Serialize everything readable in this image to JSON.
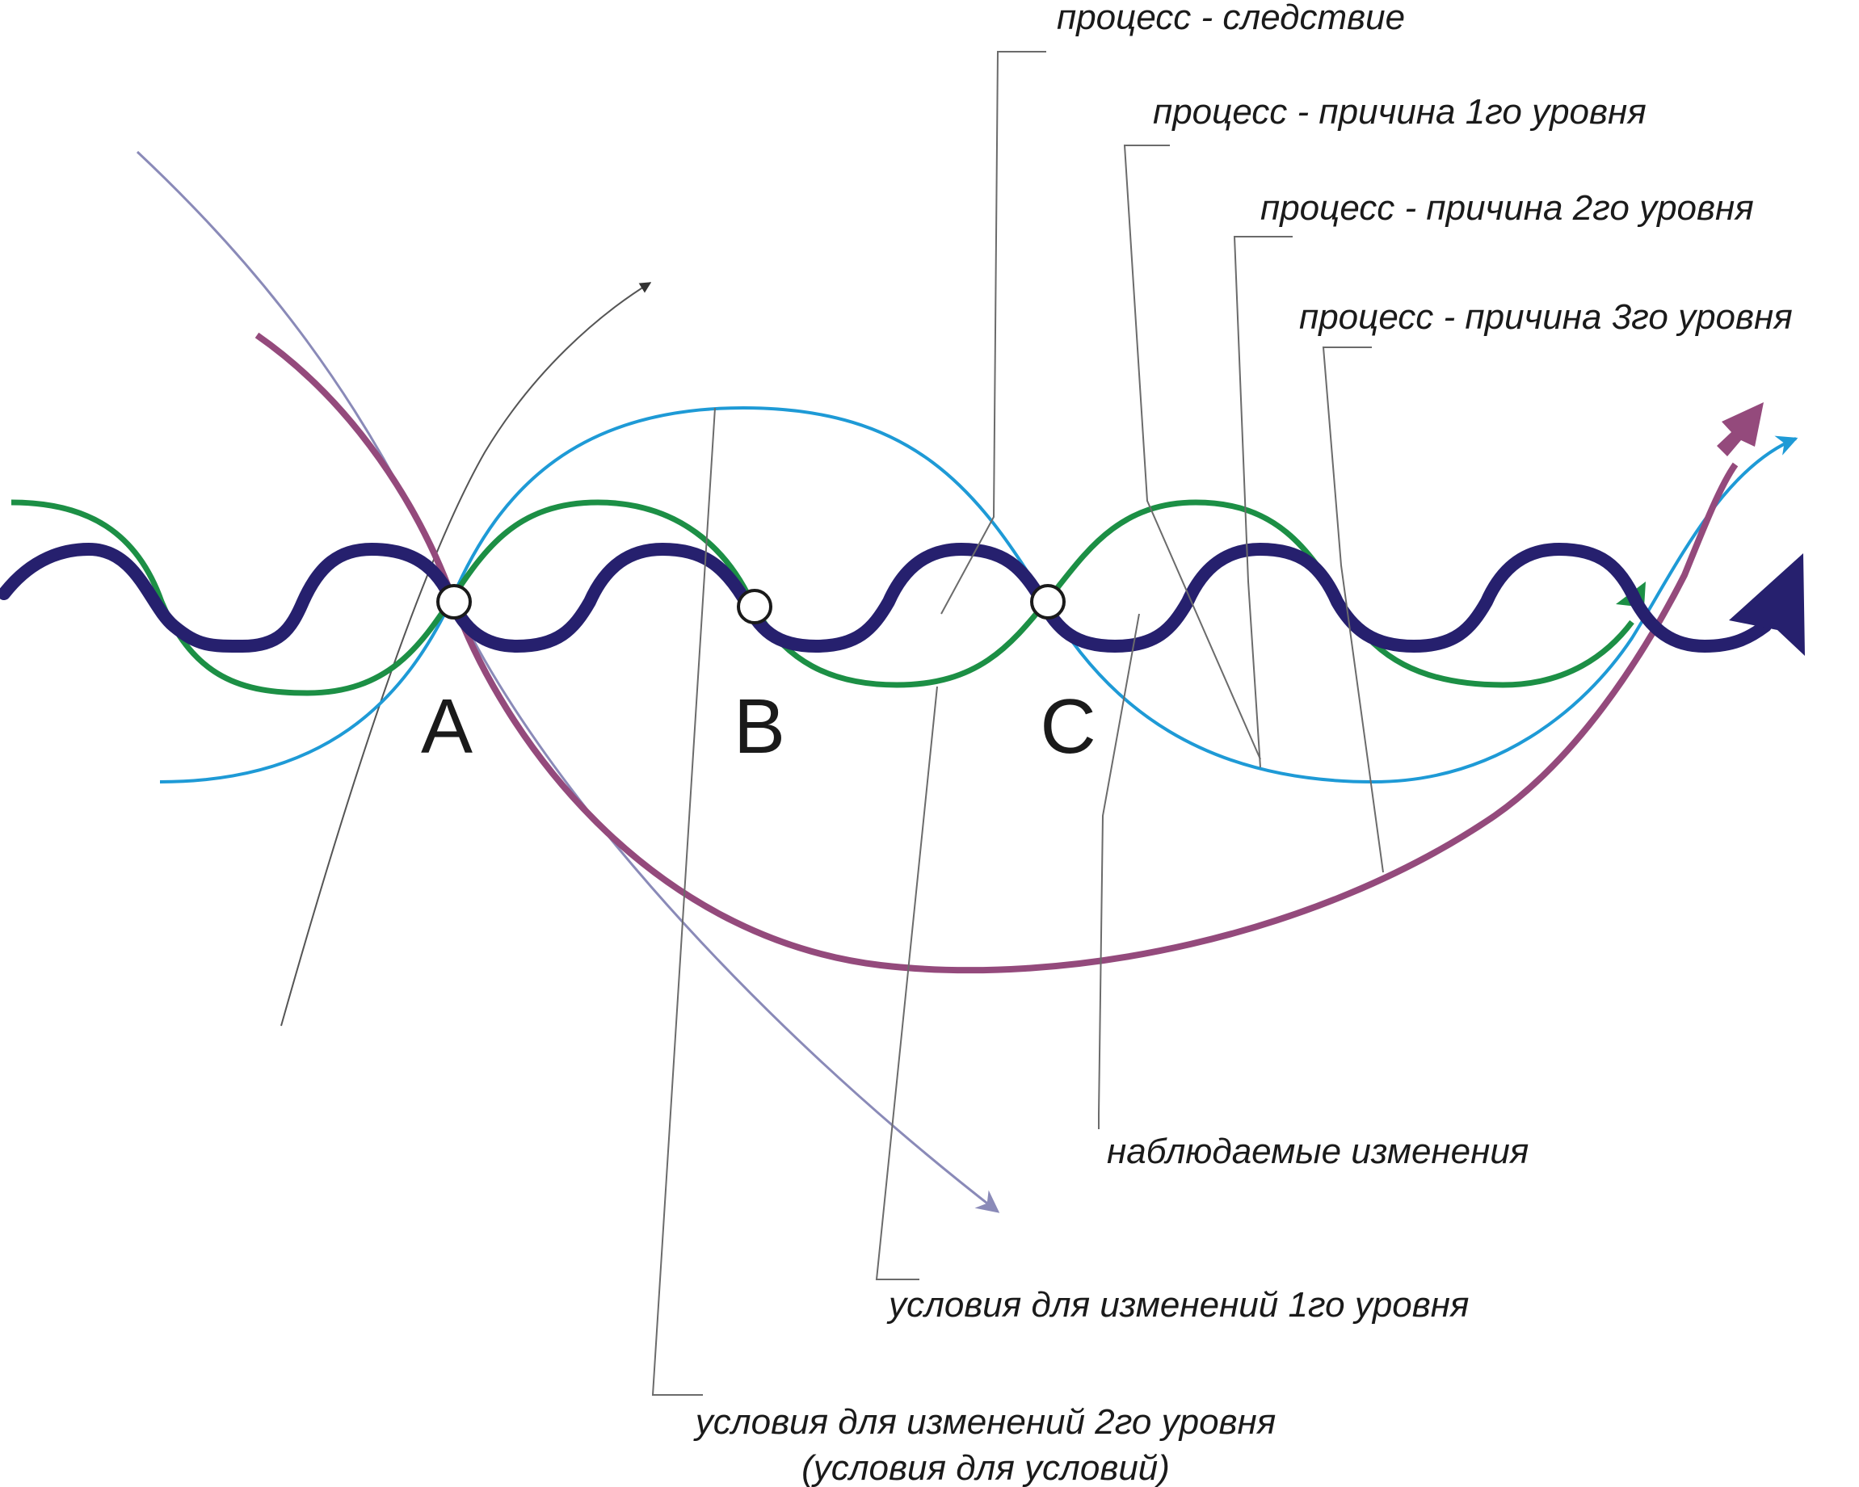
{
  "labels": {
    "consequence": "процесс - следствие",
    "cause1": "процесс - причина 1го уровня",
    "cause2": "процесс - причина 2го уровня",
    "cause3": "процесс - причина 3го уровня",
    "observed": "наблюдаемые изменения",
    "cond1": "условия для изменений 1го уровня",
    "cond2_line1": "условия для изменений 2го уровня",
    "cond2_line2": "(условия для условий)"
  },
  "points": {
    "a": "A",
    "b": "B",
    "c": "C"
  },
  "colors": {
    "consequence": "#26206e",
    "cause1": "#1c8f45",
    "cause2": "#1e9ad6",
    "cause3": "#944a7c",
    "condition_line": "#8a8ab8",
    "guide_line": "#6b6b6b"
  }
}
